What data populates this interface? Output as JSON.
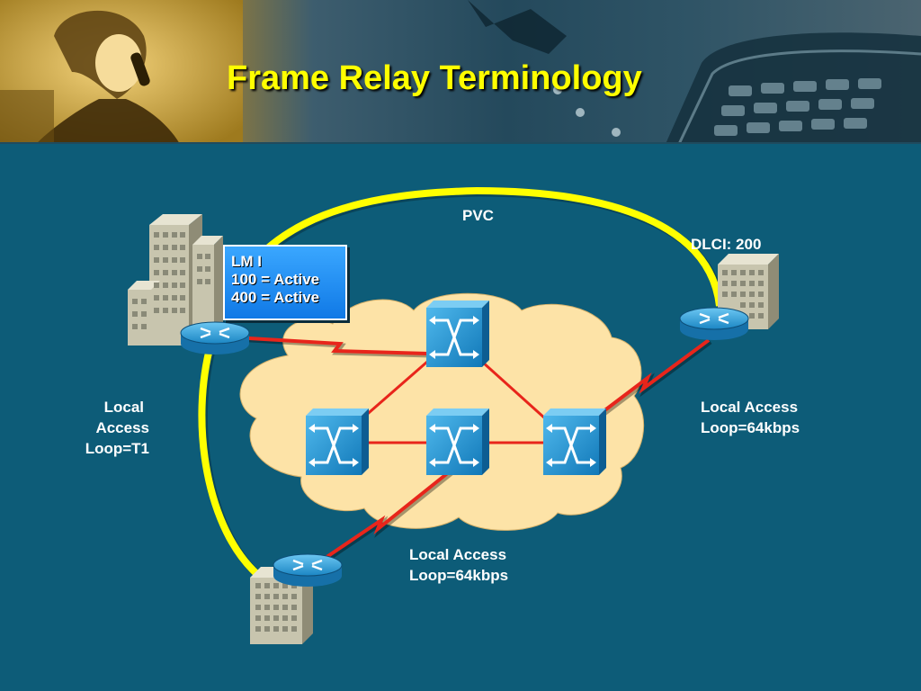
{
  "slide": {
    "title": "Frame Relay Terminology"
  },
  "diagram": {
    "pvc_label": "PVC",
    "dlci_label": "DLCI: 200",
    "lmi_box": {
      "line1": "LM I",
      "line2": "100 = Active",
      "line3": "400 = Active"
    },
    "left_access": [
      "Local",
      "Access",
      "Loop=T1"
    ],
    "right_access": [
      "Local Access",
      "Loop=64kbps"
    ],
    "bottom_access": [
      "Local Access",
      "Loop=64kbps"
    ]
  },
  "colors": {
    "background": "#0d5c78",
    "title": "#ffff00",
    "pvc_line": "#ffff00",
    "cloud_fill": "#fde3a7",
    "link_red": "#e8251b",
    "switch_blue": "#1a8fd0",
    "router_blue": "#2a9ad6"
  },
  "icons": {
    "switch": "frame-relay-switch-icon",
    "router": "router-icon",
    "building": "building-icon",
    "photo": "woman-on-phone-photo",
    "keyboard": "phone-keypad-photo"
  }
}
